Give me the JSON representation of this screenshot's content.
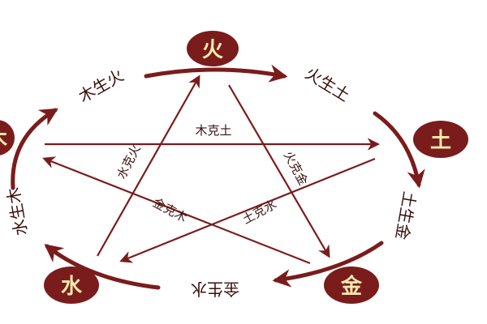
{
  "colors": {
    "primary": "#7a1c1c",
    "node_text": "#f7eab0",
    "label": "#3a1010"
  },
  "nodes": {
    "fire": "火",
    "earth": "土",
    "metal": "金",
    "water": "水",
    "wood": "木"
  },
  "generating": {
    "wood_fire": "木生火",
    "fire_earth": "火生土",
    "earth_metal": "土生金",
    "metal_water": "金生水",
    "water_wood": "水生木"
  },
  "overcoming": {
    "wood_earth": "木克土",
    "water_fire": "水克火",
    "fire_metal": "火克金",
    "metal_wood": "金克木",
    "earth_water": "土克水"
  }
}
